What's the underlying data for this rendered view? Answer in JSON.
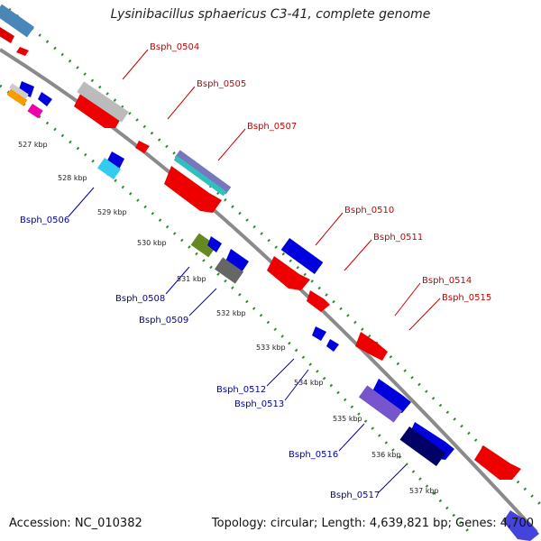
{
  "title": "Lysinibacillus sphaericus C3-41, complete genome",
  "footer": {
    "accession": "Accession: NC_010382",
    "topology": "Topology: circular; Length: 4,639,821 bp; Genes: 4,700"
  },
  "colors": {
    "backbone": "#8a8a8a",
    "dots": "#2e8b2e",
    "forward_label": "#cc0000",
    "reverse_label": "#0000aa"
  },
  "kbp_ticks": [
    "527 kbp",
    "528 kbp",
    "529 kbp",
    "530 kbp",
    "531 kbp",
    "532 kbp",
    "533 kbp",
    "534 kbp",
    "535 kbp",
    "536 kbp",
    "537 kbp"
  ],
  "forward_labels": [
    "Bsph_0504",
    "Bsph_0505",
    "Bsph_0507",
    "Bsph_0510",
    "Bsph_0511",
    "Bsph_0514",
    "Bsph_0515"
  ],
  "reverse_labels": [
    "Bsph_0506",
    "Bsph_0508",
    "Bsph_0509",
    "Bsph_0512",
    "Bsph_0513",
    "Bsph_0516",
    "Bsph_0517"
  ]
}
